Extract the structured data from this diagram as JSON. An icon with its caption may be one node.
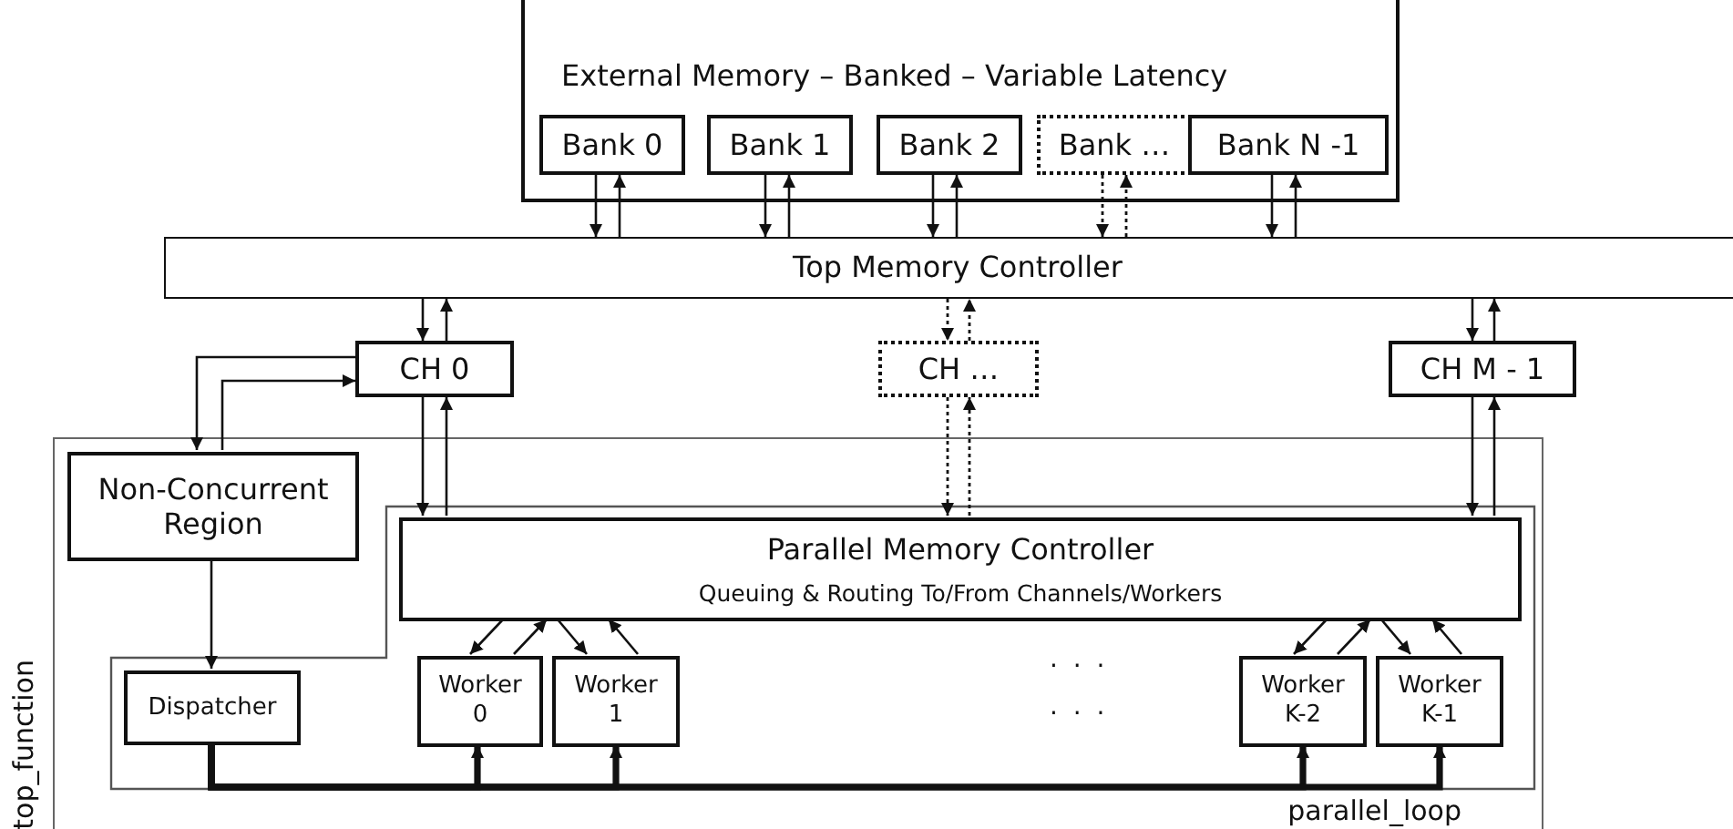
{
  "diagram": {
    "nodes": [
      {
        "text": [
          "External Memory – Banked – Variable Latency"
        ]
      },
      {
        "text": [
          "Bank 0"
        ],
        "in": 0
      },
      {
        "text": [
          "Bank 1"
        ],
        "in": 0
      },
      {
        "text": [
          "Bank 2"
        ],
        "in": 0
      },
      {
        "text": [
          "Bank …"
        ],
        "in": 0
      },
      {
        "text": [
          "Bank N -1"
        ],
        "in": 0
      },
      {
        "text": [
          "Top Memory Controller"
        ]
      },
      {
        "text": [
          "CH 0"
        ]
      },
      {
        "text": [
          "CH …"
        ]
      },
      {
        "text": [
          "CH M - 1"
        ]
      },
      {
        "text": [
          "top_function"
        ]
      },
      {
        "text": [
          "Non-Concurrent Region"
        ],
        "in": 10
      },
      {
        "text": [
          "parallel_loop"
        ],
        "in": 10
      },
      {
        "text": [
          "Parallel Memory Controller",
          "Queuing & Routing To/From Channels/Workers"
        ],
        "in": 12
      },
      {
        "text": [
          "Dispatcher"
        ],
        "in": 12
      },
      {
        "text": [
          "Worker 0"
        ],
        "in": 12
      },
      {
        "text": [
          "Worker 1"
        ],
        "in": 12
      },
      {
        "text": [
          "Worker K-2"
        ],
        "in": 12
      },
      {
        "text": [
          "Worker K-1"
        ],
        "in": 12
      }
    ],
    "edges": [
      {
        "from": 1,
        "to": 6,
        "arrow": "to"
      },
      {
        "from": 6,
        "to": 1,
        "arrow": "to"
      },
      {
        "from": 2,
        "to": 6,
        "arrow": "to"
      },
      {
        "from": 6,
        "to": 2,
        "arrow": "to"
      },
      {
        "from": 3,
        "to": 6,
        "arrow": "to"
      },
      {
        "from": 6,
        "to": 3,
        "arrow": "to"
      },
      {
        "from": 4,
        "to": 6,
        "arrow": "to",
        "style": "dashed"
      },
      {
        "from": 6,
        "to": 4,
        "arrow": "to",
        "style": "dashed"
      },
      {
        "from": 5,
        "to": 6,
        "arrow": "to"
      },
      {
        "from": 6,
        "to": 5,
        "arrow": "to"
      },
      {
        "from": 6,
        "to": 7,
        "arrow": "to"
      },
      {
        "from": 7,
        "to": 6,
        "arrow": "to"
      },
      {
        "from": 6,
        "to": 8,
        "arrow": "to",
        "style": "dashed"
      },
      {
        "from": 8,
        "to": 6,
        "arrow": "to",
        "style": "dashed"
      },
      {
        "from": 6,
        "to": 9,
        "arrow": "to"
      },
      {
        "from": 9,
        "to": 6,
        "arrow": "to"
      },
      {
        "from": 7,
        "to": 11,
        "arrow": "to"
      },
      {
        "from": 11,
        "to": 7,
        "arrow": "to"
      },
      {
        "from": 7,
        "to": 13,
        "arrow": "to"
      },
      {
        "from": 13,
        "to": 7,
        "arrow": "to"
      },
      {
        "from": 8,
        "to": 13,
        "arrow": "to",
        "style": "dashed"
      },
      {
        "from": 13,
        "to": 8,
        "arrow": "to",
        "style": "dashed"
      },
      {
        "from": 9,
        "to": 13,
        "arrow": "to"
      },
      {
        "from": 13,
        "to": 9,
        "arrow": "to"
      },
      {
        "from": 11,
        "to": 14,
        "arrow": "to"
      },
      {
        "from": 13,
        "to": 15,
        "arrow": "to"
      },
      {
        "from": 15,
        "to": 13,
        "arrow": "to"
      },
      {
        "from": 13,
        "to": 16,
        "arrow": "to"
      },
      {
        "from": 16,
        "to": 13,
        "arrow": "to"
      },
      {
        "from": 13,
        "to": 17,
        "arrow": "to"
      },
      {
        "from": 17,
        "to": 13,
        "arrow": "to"
      },
      {
        "from": 13,
        "to": 18,
        "arrow": "to"
      },
      {
        "from": 18,
        "to": 13,
        "arrow": "to"
      },
      {
        "from": 14,
        "to": 15,
        "arrow": "to",
        "style": "thick"
      },
      {
        "from": 14,
        "to": 16,
        "arrow": "to",
        "style": "thick"
      },
      {
        "from": 14,
        "to": 17,
        "arrow": "to",
        "style": "thick"
      },
      {
        "from": 14,
        "to": 18,
        "arrow": "to",
        "style": "thick"
      }
    ],
    "labels": [
      ". . .",
      ". . ."
    ]
  }
}
